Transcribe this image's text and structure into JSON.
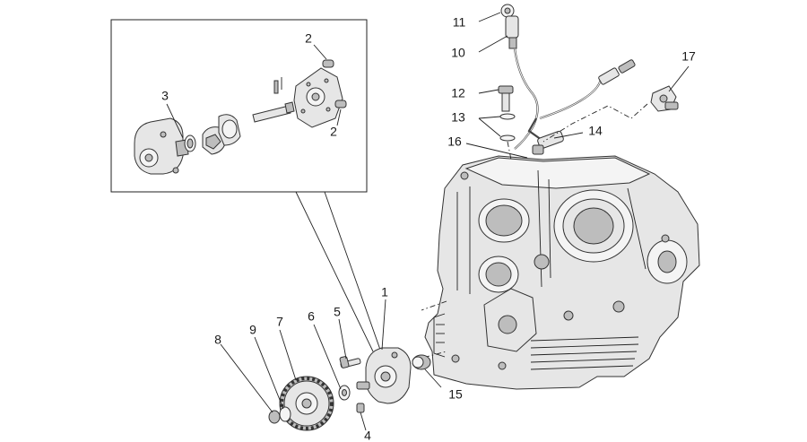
{
  "diagram": {
    "callouts": [
      {
        "id": "c1",
        "text": "1"
      },
      {
        "id": "c2a",
        "text": "2"
      },
      {
        "id": "c2b",
        "text": "2"
      },
      {
        "id": "c3",
        "text": "3"
      },
      {
        "id": "c4",
        "text": "4"
      },
      {
        "id": "c5",
        "text": "5"
      },
      {
        "id": "c6",
        "text": "6"
      },
      {
        "id": "c7",
        "text": "7"
      },
      {
        "id": "c8",
        "text": "8"
      },
      {
        "id": "c9",
        "text": "9"
      },
      {
        "id": "c10",
        "text": "10"
      },
      {
        "id": "c11",
        "text": "11"
      },
      {
        "id": "c12",
        "text": "12"
      },
      {
        "id": "c13",
        "text": "13"
      },
      {
        "id": "c14",
        "text": "14"
      },
      {
        "id": "c15",
        "text": "15"
      },
      {
        "id": "c16",
        "text": "16"
      },
      {
        "id": "c17",
        "text": "17"
      }
    ]
  }
}
